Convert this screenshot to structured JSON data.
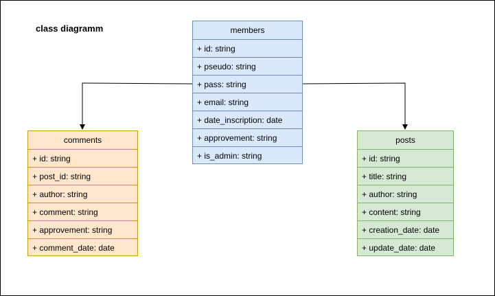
{
  "diagram": {
    "title": "class diagramm"
  },
  "colors": {
    "members_fill": "#dae8fc",
    "members_stroke": "#6c8ebf",
    "comments_fill": "#ffe6cc",
    "comments_stroke": "#d79b00",
    "posts_fill": "#d5e8d4",
    "posts_stroke": "#82b366"
  },
  "classes": {
    "members": {
      "name": "members",
      "attributes": [
        "+ id: string",
        "+ pseudo: string",
        "+ pass: string",
        "+ email: string",
        "+ date_inscription: date",
        "+ approvement: string",
        "+ is_admin: string"
      ]
    },
    "comments": {
      "name": "comments",
      "attributes": [
        "+ id: string",
        "+ post_id: string",
        "+ author: string",
        "+ comment: string",
        "+ approvement: string",
        "+ comment_date: date"
      ]
    },
    "posts": {
      "name": "posts",
      "attributes": [
        "+ id: string",
        "+ title: string",
        "+ author: string",
        "+ content: string",
        "+ creation_date: date",
        "+ update_date: date"
      ]
    }
  }
}
